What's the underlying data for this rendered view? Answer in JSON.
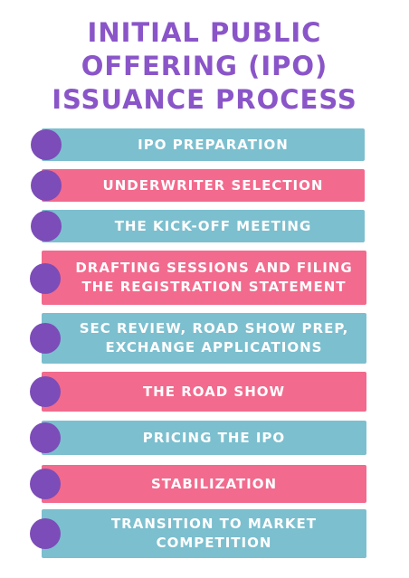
{
  "title_lines": [
    "Initial Public",
    "Offering (IPO)",
    "Issuance Process"
  ],
  "colors": {
    "title": "#8a55c8",
    "bar_blue": "#7cbfcf",
    "bar_pink": "#f26a8d",
    "dot": "#7c4cb8",
    "text": "#ffffff"
  },
  "steps": [
    {
      "label": "IPO Preparation",
      "color": "blue"
    },
    {
      "label": "Underwriter Selection",
      "color": "pink"
    },
    {
      "label": "The Kick-Off Meeting",
      "color": "blue"
    },
    {
      "label": "Drafting Sessions and Filing the Registration Statement",
      "color": "pink"
    },
    {
      "label": "SEC Review, Road Show Prep, Exchange Applications",
      "color": "blue"
    },
    {
      "label": "The Road Show",
      "color": "pink"
    },
    {
      "label": "Pricing the IPO",
      "color": "blue"
    },
    {
      "label": "Stabilization",
      "color": "pink"
    },
    {
      "label": "Transition to Market Competition",
      "color": "blue"
    }
  ]
}
